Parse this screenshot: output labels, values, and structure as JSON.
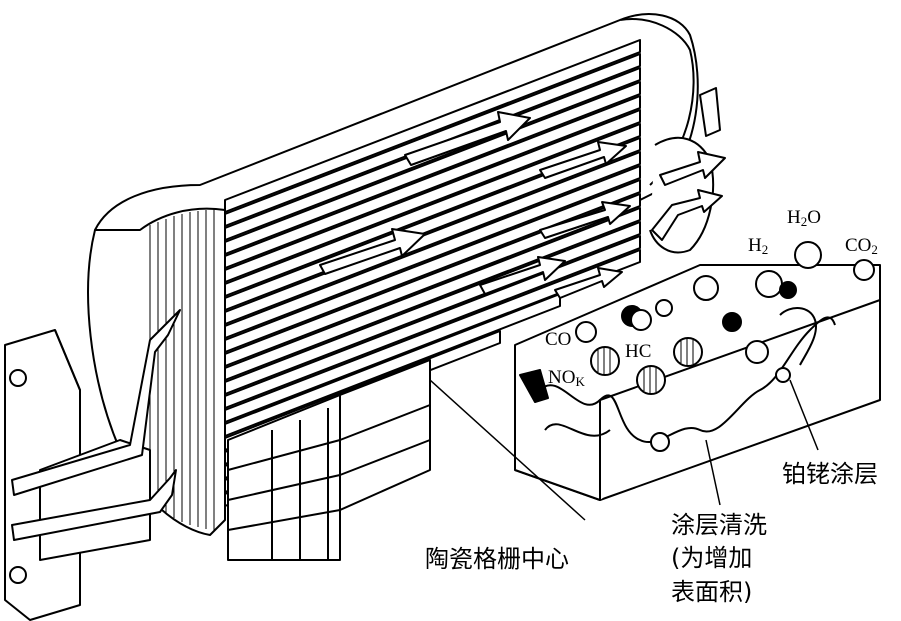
{
  "molecules": {
    "h2": {
      "base": "H",
      "sub": "2",
      "tail": ""
    },
    "h2o": {
      "base": "H",
      "sub": "2",
      "tail": "O"
    },
    "co2": {
      "base": "CO",
      "sub": "2",
      "tail": ""
    },
    "co": {
      "base": "CO",
      "sub": "",
      "tail": ""
    },
    "hc": {
      "base": "HC",
      "sub": "",
      "tail": ""
    },
    "nox": {
      "base": "NO",
      "sub": "K",
      "tail": ""
    }
  },
  "labels": {
    "platinum_coating": "铂铑涂层",
    "washcoat_line1": "涂层清洗",
    "washcoat_line2": "(为增加",
    "washcoat_line3": "表面积)",
    "ceramic_core": "陶瓷格栅中心"
  },
  "colors": {
    "ink": "#000000",
    "paper": "#ffffff"
  }
}
